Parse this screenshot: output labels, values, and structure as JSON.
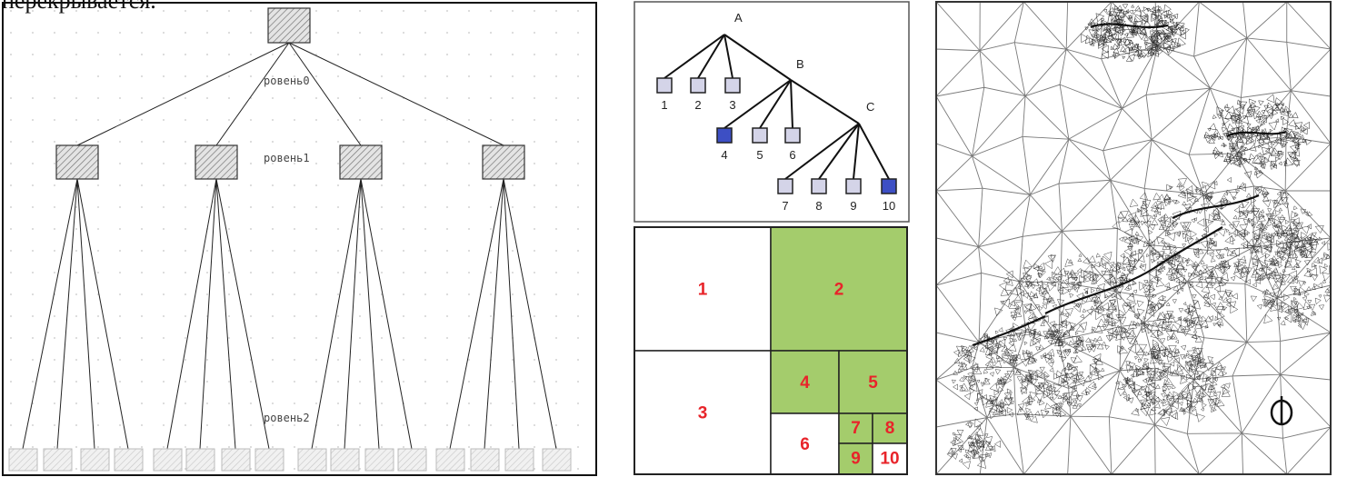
{
  "top_text": "перекрывается.",
  "left_tree": {
    "levels": [
      "ровень0",
      "ровень1",
      "ровень2"
    ],
    "fan_out": 4
  },
  "middle_tree": {
    "internal_labels": [
      "A",
      "B",
      "C"
    ],
    "leaf_labels": [
      "1",
      "2",
      "3",
      "4",
      "5",
      "6",
      "7",
      "8",
      "9",
      "10"
    ],
    "highlighted_leaves": [
      "4",
      "10"
    ],
    "colors": {
      "leaf_fill": "#d4d4e8",
      "highlight_fill": "#3d4fc4",
      "edge": "#111111"
    }
  },
  "quadtree": {
    "cells": [
      {
        "label": "1",
        "filled": false
      },
      {
        "label": "2",
        "filled": true
      },
      {
        "label": "3",
        "filled": false
      },
      {
        "label": "4",
        "filled": true
      },
      {
        "label": "5",
        "filled": true
      },
      {
        "label": "6",
        "filled": false
      },
      {
        "label": "7",
        "filled": true
      },
      {
        "label": "8",
        "filled": true
      },
      {
        "label": "9",
        "filled": true
      },
      {
        "label": "10",
        "filled": false
      }
    ],
    "colors": {
      "filled": "#a4cc6c",
      "empty": "#ffffff",
      "label": "#e8242a",
      "border": "#222222"
    }
  },
  "mesh": {
    "colors": {
      "line": "#7a7a7a",
      "dense": "#2a2a2a"
    }
  }
}
